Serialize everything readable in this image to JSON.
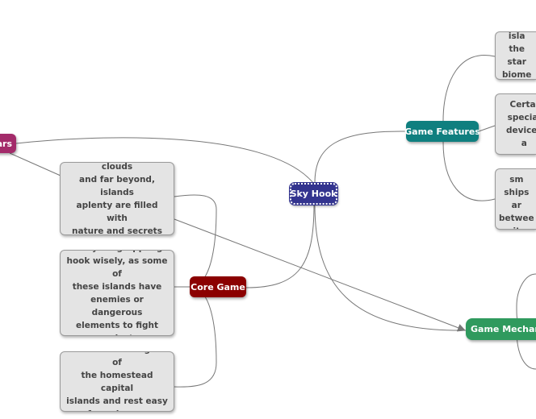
{
  "mindmap": {
    "central": {
      "label": "Sky Hook",
      "color": "#33348f"
    },
    "branches": {
      "core_game": {
        "label": "Core Game",
        "color": "#8b0000",
        "notes": [
          "Travel across the clouds\nand far beyond, islands\naplenty are filled with\nnature and secrets\nunturned",
          "Use your grappling\nhook wisely, as some of\nthese islands have\nenemies or dangerous\nelements to fight\nagainst.",
          "Reach the final goal of\nthe homestead capital\nislands and rest easy\nfrom danger"
        ]
      },
      "game_features": {
        "label": "Game Features",
        "color": "#0f7f7f",
        "notes": [
          "Each isla\nthe star\nbiome a",
          "Certai\nspecial\ndevices a",
          "Some sm\nships ar\nbetwee\nit"
        ]
      },
      "game_mechanics": {
        "label": "Game Mechani",
        "color": "#2f9a5e"
      },
      "left_branch": {
        "label": "ars",
        "color": "#a32b6a"
      }
    },
    "edge_color": "#777777"
  }
}
